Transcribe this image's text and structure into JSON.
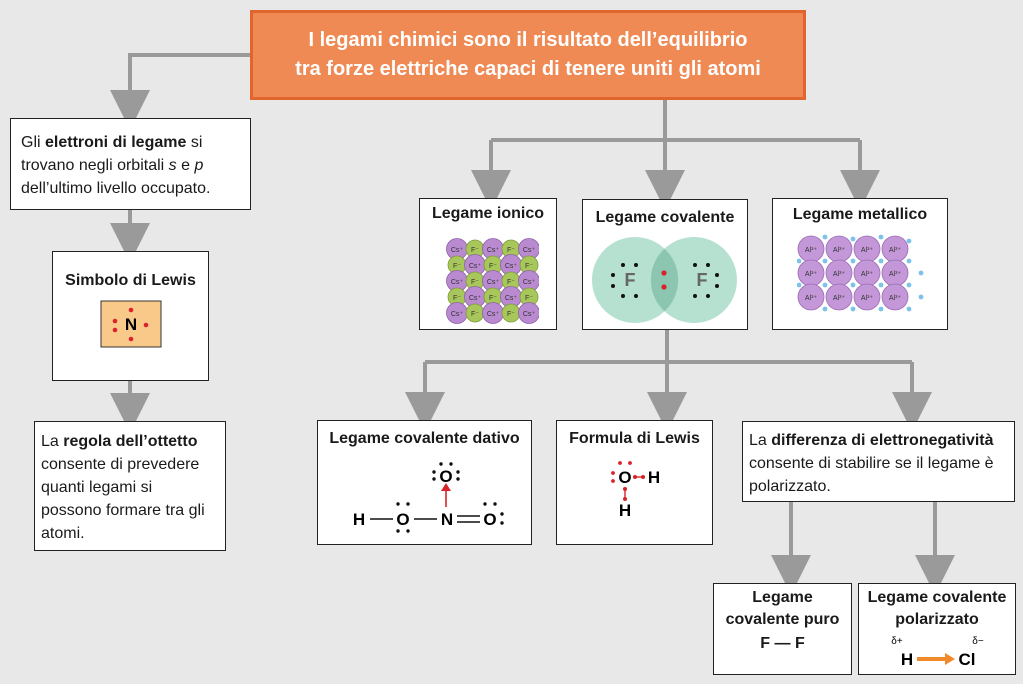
{
  "title": {
    "line1": "I legami chimici sono il risultato dell’equilibrio",
    "line2": "tra forze elettriche capaci di tenere uniti gli atomi"
  },
  "electrons_box": {
    "t1": "Gli ",
    "b1": "elettroni di legame",
    "t2": " si trovano negli orbitali ",
    "i1": "s",
    "t3": " e ",
    "i2": "p",
    "t4": " dell’ultimo livello occupato."
  },
  "lewis_symbol": {
    "header": "Simbolo di Lewis",
    "atom": "N"
  },
  "octet_box": {
    "t1": "La ",
    "b1": "regola dell’ottetto",
    "t2": " consente di prevedere quanti legami si possono formare tra gli atomi."
  },
  "ionic": {
    "header": "Legame ionico",
    "cation": "Cs⁺",
    "anion": "F⁻"
  },
  "covalent": {
    "header": "Legame covalente",
    "atom": "F"
  },
  "metallic": {
    "header": "Legame metallico",
    "cation": "Al³⁺"
  },
  "dative": {
    "header": "Legame covalente dativo",
    "h": "H",
    "o": "O",
    "n": "N"
  },
  "lewis_formula": {
    "header": "Formula di Lewis",
    "o": "O",
    "h": "H"
  },
  "electroneg_box": {
    "t1": "La ",
    "b1": "differenza di elettronegatività",
    "t2": " consente di stabilire se il legame è polarizzato."
  },
  "pure": {
    "header_line1": "Legame",
    "header_line2": "covalente puro",
    "formula": "F — F"
  },
  "polar": {
    "header_line1": "Legame covalente",
    "header_line2": "polarizzato",
    "h": "H",
    "cl": "Cl",
    "delta_plus": "δ+",
    "delta_minus": "δ−"
  },
  "colors": {
    "title_bg": "#f08a54",
    "connector": "#9a9a9a",
    "lewis_bg": "#f9c98a",
    "electron_red": "#d9232a",
    "ion_purple": "#b98ad0",
    "ion_green": "#a8c75a",
    "cov_teal": "#a9dbc7",
    "arrow_orange": "#f08a2a"
  }
}
